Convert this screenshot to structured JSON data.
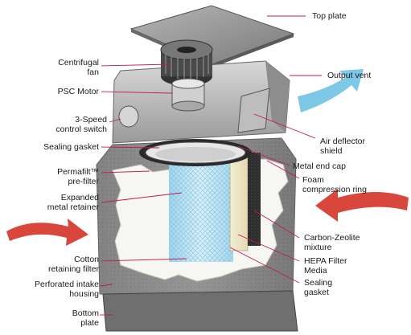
{
  "labels": {
    "top_plate": "Top plate",
    "centrifugal_fan": "Centrifugal\nfan",
    "output_vent": "Output vent",
    "psc_motor": "PSC Motor",
    "control_switch": "3-Speed\ncontrol switch",
    "air_deflector": "Air deflector\nshield",
    "sealing_gasket_top": "Sealing gasket",
    "metal_end_cap": "Metal end cap",
    "permafilt": "Permafilt™\npre-filter",
    "foam_ring": "Foam\ncompression ring",
    "expanded_retainer": "Expanded\nmetal retainer",
    "carbon_zeolite": "Carbon-Zeolite\nmixture",
    "cotton_filter": "Cotton\nretaining filter",
    "hepa_media": "HEPA Filter\nMedia",
    "perforated_housing": "Perforated intake\nhousing",
    "sealing_gasket_bottom": "Sealing\ngasket",
    "bottom_plate": "Bottom\nplate"
  },
  "colors": {
    "leader_line": "#c2185b",
    "arrow_red": "#d9463b",
    "arrow_blue": "#7cc8e6",
    "housing_gray": "#8c8c8c",
    "hepa_blue": "#bfe6f5"
  }
}
